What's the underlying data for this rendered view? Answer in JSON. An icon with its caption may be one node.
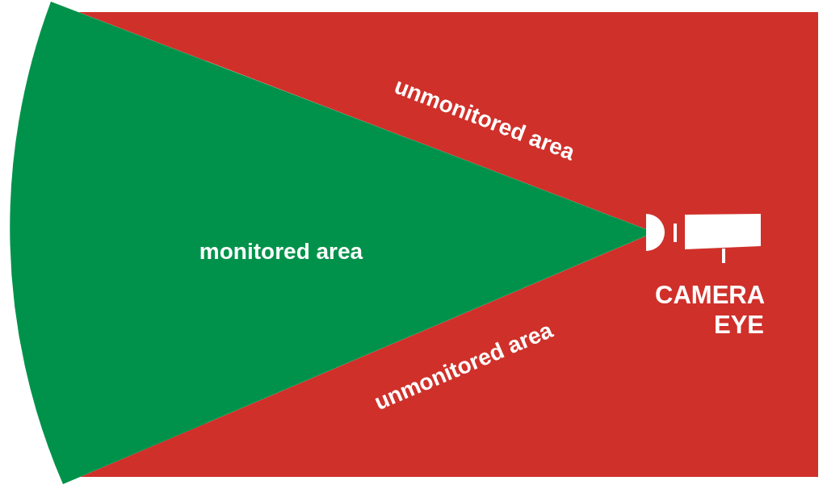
{
  "diagram": {
    "nodes": [
      {
        "text": [
          "monitored area"
        ]
      },
      {
        "text": [
          "unmonitored area",
          "unmonitored area"
        ]
      },
      {
        "text": [],
        "shape": "picture",
        "in": 1
      }
    ],
    "labels": [
      "CAMERA EYE"
    ]
  }
}
